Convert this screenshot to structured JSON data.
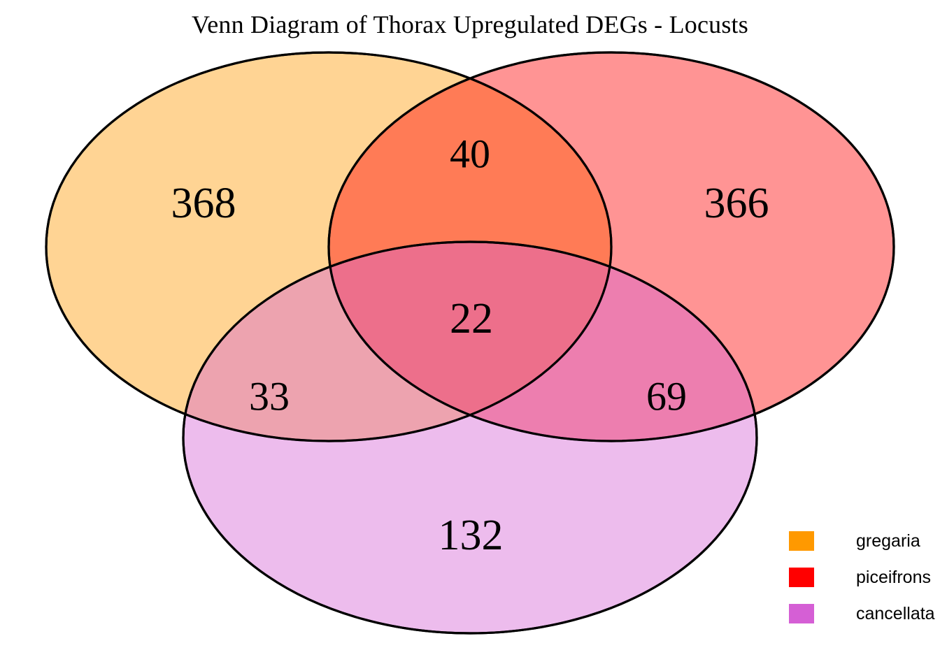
{
  "title": "Venn Diagram of Thorax Upregulated DEGs - Locusts",
  "chart_data": {
    "type": "venn",
    "title": "Venn Diagram of Thorax Upregulated DEGs - Locusts",
    "sets": [
      "gregaria",
      "piceifrons",
      "cancellata"
    ],
    "set_colors": [
      "#FF9900",
      "#FF0000",
      "#D55FD5"
    ],
    "regions": [
      {
        "id": "gregaria_only",
        "sets": [
          "gregaria"
        ],
        "value": 368,
        "fill": "#F8C783"
      },
      {
        "id": "piceifrons_only",
        "sets": [
          "piceifrons"
        ],
        "value": 366,
        "fill": "#FA8380"
      },
      {
        "id": "cancellata_only",
        "sets": [
          "cancellata"
        ],
        "value": 132,
        "fill": "#E8A8E8"
      },
      {
        "id": "gregaria_piceifrons",
        "sets": [
          "gregaria",
          "piceifrons"
        ],
        "value": 40,
        "fill": "#FA6A48"
      },
      {
        "id": "gregaria_cancellata",
        "sets": [
          "gregaria",
          "cancellata"
        ],
        "value": 33,
        "fill": "#E197B2"
      },
      {
        "id": "piceifrons_cancellata",
        "sets": [
          "piceifrons",
          "cancellata"
        ],
        "value": 69,
        "fill": "#E36FA8"
      },
      {
        "id": "all_three",
        "sets": [
          "gregaria",
          "piceifrons",
          "cancellata"
        ],
        "value": 22,
        "fill": "#E05C8A"
      }
    ],
    "counts": {
      "gregaria_only": 368,
      "piceifrons_only": 366,
      "cancellata_only": 132,
      "gregaria_piceifrons": 40,
      "gregaria_cancellata": 33,
      "piceifrons_cancellata": 69,
      "all_three": 22
    },
    "legend_position": "bottom-right",
    "outline_color": "#000000"
  },
  "counts": {
    "gregaria_only": "368",
    "piceifrons_only": "366",
    "cancellata_only": "132",
    "gregaria_piceifrons": "40",
    "gregaria_cancellata": "33",
    "piceifrons_cancellata": "69",
    "all_three": "22"
  },
  "legend": {
    "items": [
      {
        "label": "gregaria",
        "color": "#FF9900"
      },
      {
        "label": "piceifrons",
        "color": "#FF0000"
      },
      {
        "label": "cancellata",
        "color": "#D55FD5"
      }
    ]
  }
}
